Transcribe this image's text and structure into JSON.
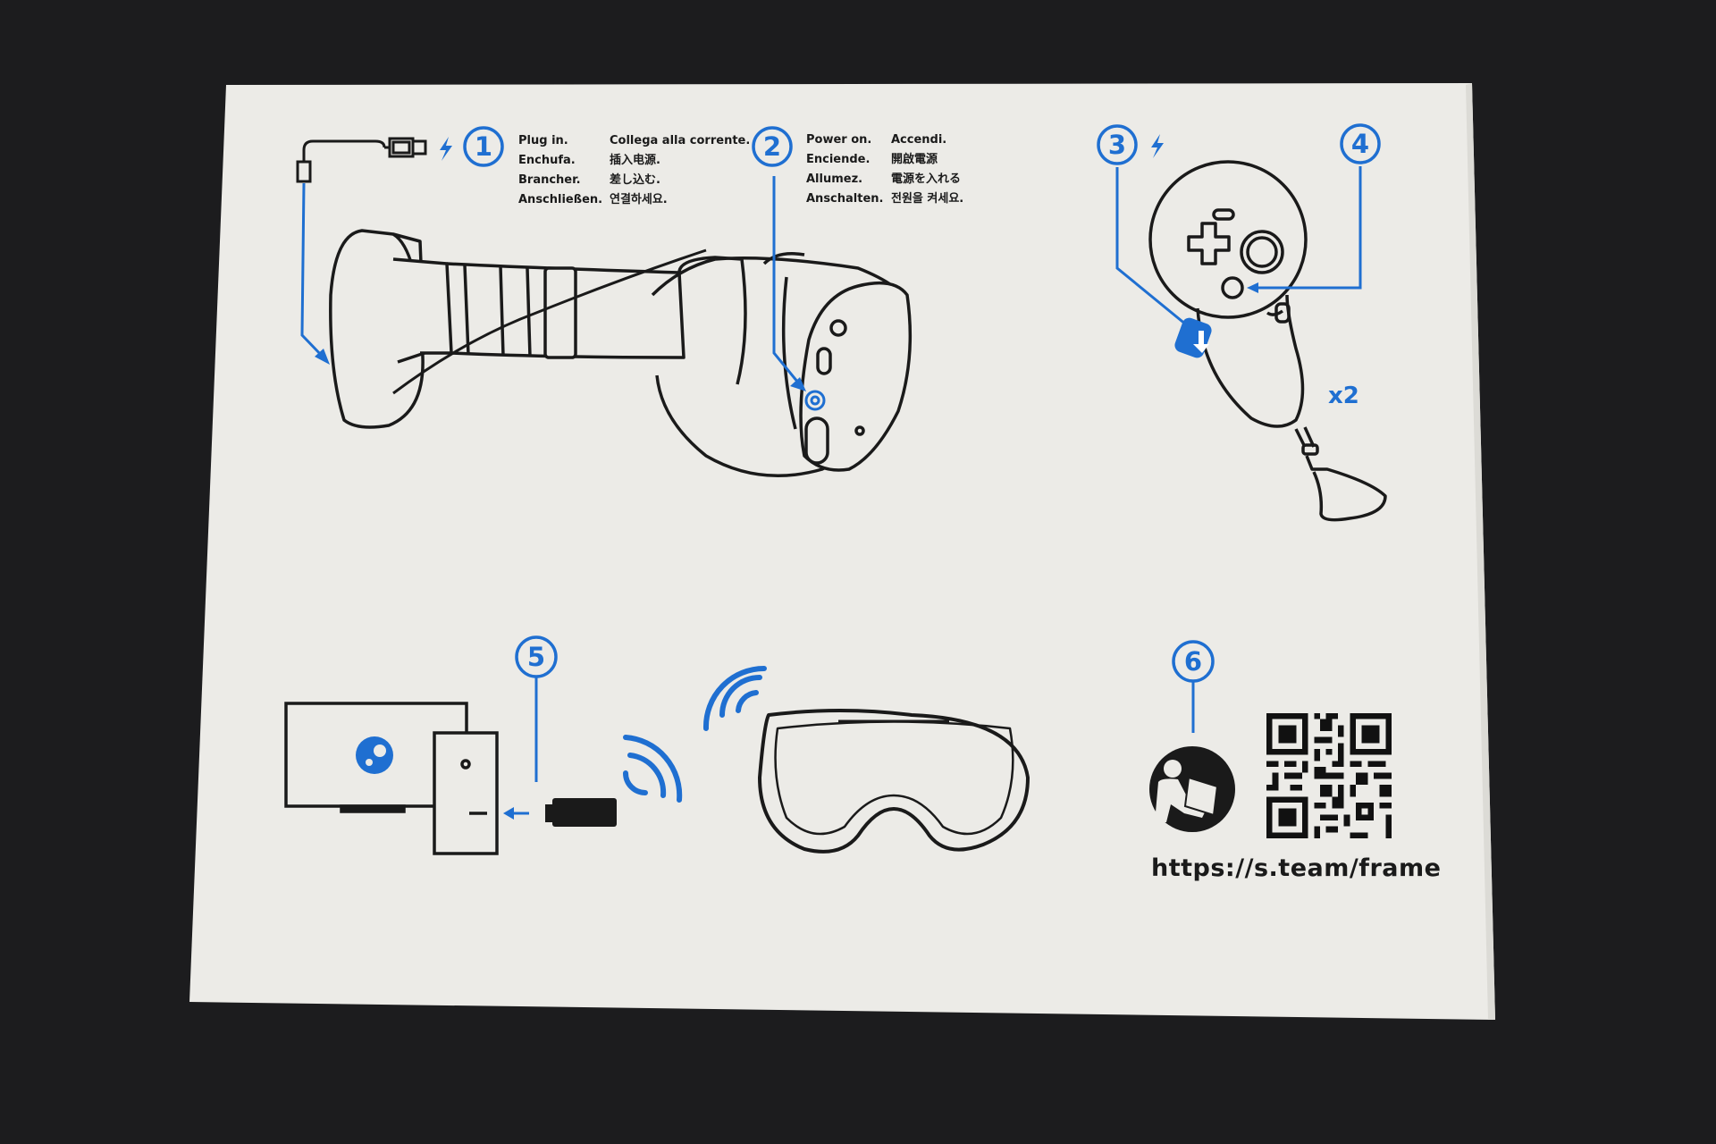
{
  "colors": {
    "background": "#1c1c1e",
    "card": "#ecebe7",
    "accent_blue": "#1f6fd1",
    "line": "#1a1a1a"
  },
  "steps": [
    {
      "number": "1",
      "lines_left": [
        "Plug in.",
        "Enchufa.",
        "Brancher.",
        "Anschließen."
      ],
      "lines_right": [
        "Collega alla corrente.",
        "插入电源.",
        "差し込む.",
        "연결하세요."
      ]
    },
    {
      "number": "2",
      "lines_left": [
        "Power on.",
        "Enciende.",
        "Allumez.",
        "Anschalten."
      ],
      "lines_right": [
        "Accendi.",
        "開啟電源",
        "電源を入れる",
        "전원을 켜세요."
      ]
    },
    {
      "number": "3"
    },
    {
      "number": "4"
    },
    {
      "number": "5"
    },
    {
      "number": "6"
    }
  ],
  "controller_count": "x2",
  "support_url": "https://s.team/frame",
  "icons": [
    "usb-cable-icon",
    "lightning-icon",
    "vr-headset-icon",
    "controller-icon",
    "pc-icon",
    "wireless-dongle-icon",
    "wifi-signal-icon",
    "headset-front-icon",
    "manual-reader-icon",
    "qr-code-icon",
    "steam-logo-icon"
  ]
}
